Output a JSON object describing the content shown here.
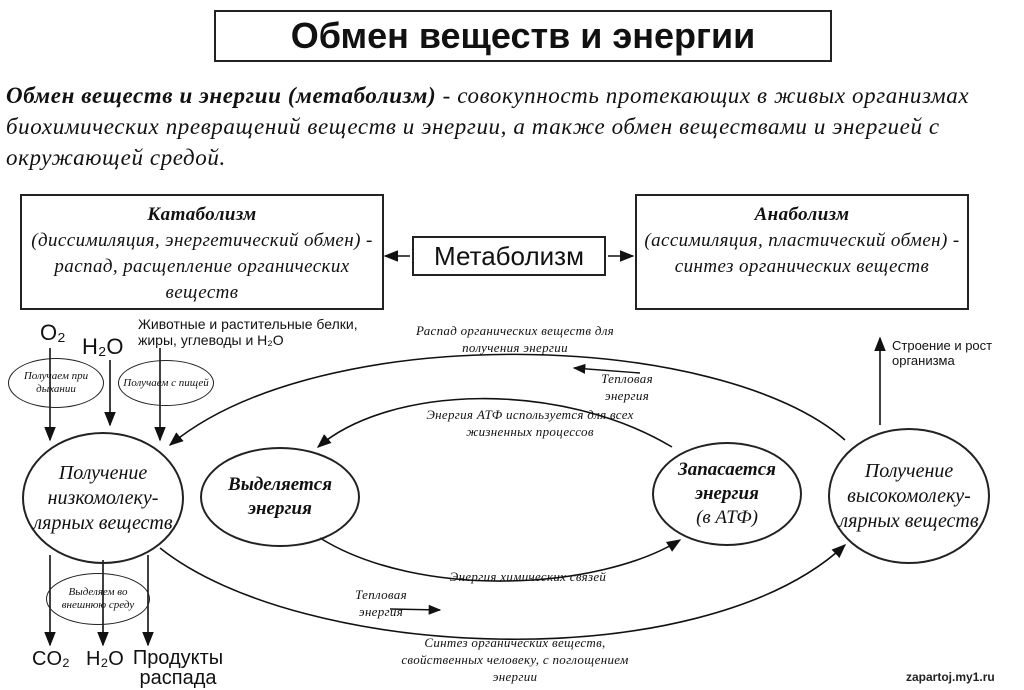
{
  "title": "Обмен веществ и энергии",
  "intro": {
    "term": "Обмен веществ и энергии (метаболизм)",
    "definition": " - совокупность протекающих в живых организмах биохимических превращений веществ и энергии, а также обмен веществами и энергией с окружающей средой."
  },
  "catabolism": {
    "heading": "Катаболизм",
    "description": "(диссимиляция, энергетический обмен) - распад, расщепление органических веществ"
  },
  "anabolism": {
    "heading": "Анаболизм",
    "description": "(ассимиляция, пластический обмен) - синтез органических веществ"
  },
  "metabolism_label": "Метаболизм",
  "inputs": {
    "o2": "O₂",
    "h2o": "H₂O",
    "food": "Животные и растительные белки, жиры, углеводы и H₂O",
    "oval_breathing": "Получаем при дыхании",
    "oval_food": "Получаем с пищей"
  },
  "nodes": {
    "low_molecular": "Получение низкомолеку-лярных веществ",
    "energy_released": "Выделяется энергия",
    "energy_stored_line1": "Запасается энергия",
    "energy_stored_line2": "(в АТФ)",
    "high_molecular": "Получение высокомолеку-лярных веществ"
  },
  "edges": {
    "top_arc": "Распад органических веществ для получения энергии",
    "heat_top": "Тепловая энергия",
    "atp_used": "Энергия АТФ используется для всех жизненных процессов",
    "chem_bonds": "Энергия химических связей",
    "heat_bottom": "Тепловая энергия",
    "bottom_arc": "Синтез органических веществ, свойственных человеку, с поглощением энергии",
    "growth": "Строение и рост организма"
  },
  "outputs": {
    "oval_release": "Выделяем во внешнюю среду",
    "co2": "CO₂",
    "h2o": "H₂O",
    "products": "Продукты распада"
  },
  "watermark": "zapartoj.my1.ru"
}
